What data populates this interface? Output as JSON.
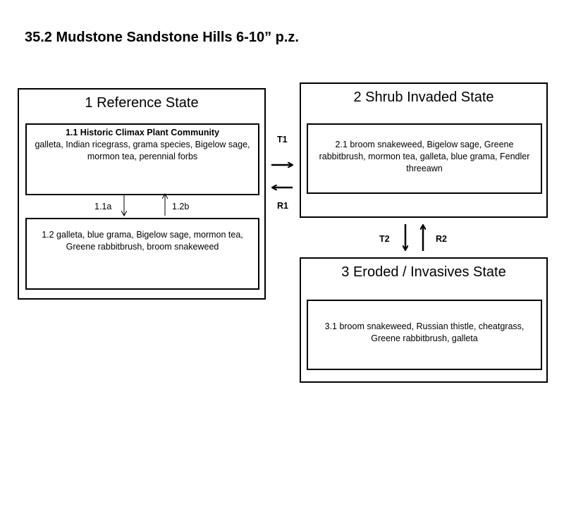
{
  "title": "35.2 Mudstone Sandstone Hills 6-10” p.z.",
  "states": {
    "s1": {
      "title": "1 Reference State",
      "c11": {
        "name": "1.1 Historic Climax Plant Community",
        "text": "galleta, Indian ricegrass, grama species, Bigelow sage, mormon tea, perennial forbs"
      },
      "c12": {
        "text": "1.2 galleta, blue grama, Bigelow sage, mormon tea, Greene rabbitbrush, broom snakeweed"
      },
      "p11a": "1.1a",
      "p12b": "1.2b"
    },
    "s2": {
      "title": "2 Shrub Invaded State",
      "c21": {
        "text": "2.1 broom snakeweed, Bigelow sage, Greene rabbitbrush, mormon tea, galleta, blue grama, Fendler threeawn"
      }
    },
    "s3": {
      "title": "3 Eroded / Invasives State",
      "c31": {
        "text": "3.1 broom snakeweed, Russian thistle, cheatgrass, Greene rabbitbrush, galleta"
      }
    }
  },
  "transitions": {
    "t1": "T1",
    "r1": "R1",
    "t2": "T2",
    "r2": "R2"
  }
}
